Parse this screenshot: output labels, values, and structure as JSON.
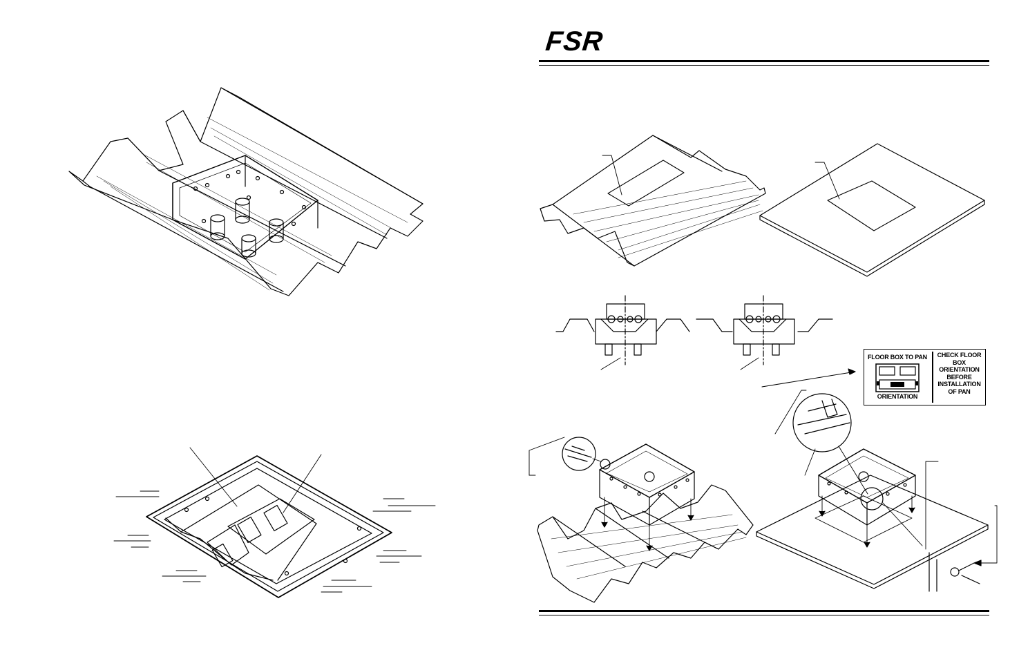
{
  "brand": {
    "logo_text": "FSR"
  },
  "orientation_label": {
    "left_title": "FLOOR BOX TO PAN",
    "left_bottom": "ORIENTATION",
    "right_lines": [
      "CHECK FLOOR",
      "BOX",
      "ORIENTATION",
      "BEFORE",
      "INSTALLATION",
      "OF PAN"
    ]
  }
}
